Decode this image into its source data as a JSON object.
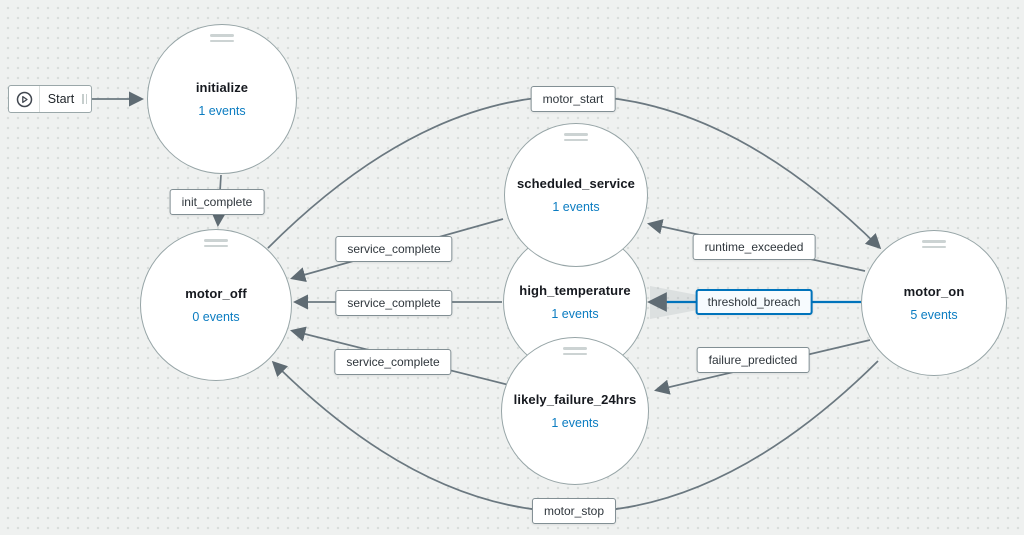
{
  "app": {
    "view": "detector-model-state-machine-canvas",
    "background_color": "#eff1f0",
    "dot_color": "#d8dcda"
  },
  "colors": {
    "edge": "#6b7880",
    "arrowhead": "#5f6b73",
    "selected_accent": "#0073bb",
    "node_border": "#97a5a7",
    "node_fill": "#ffffff",
    "title_text": "#16191f",
    "events_text": "#0b7cc1",
    "label_text": "#2f363c"
  },
  "start_node": {
    "label": "Start",
    "icon": "play-circle-icon"
  },
  "states": [
    {
      "id": "initialize",
      "title": "initialize",
      "events": "1 events"
    },
    {
      "id": "motor_off",
      "title": "motor_off",
      "events": "0 events"
    },
    {
      "id": "high_temperature",
      "title": "high_temperature",
      "events": "1 events"
    },
    {
      "id": "scheduled_service",
      "title": "scheduled_service",
      "events": "1 events"
    },
    {
      "id": "likely_failure_24hrs",
      "title": "likely_failure_24hrs",
      "events": "1 events"
    },
    {
      "id": "motor_on",
      "title": "motor_on",
      "events": "5 events"
    }
  ],
  "transitions": [
    {
      "label": "motor_start",
      "from": "motor_off",
      "to": "motor_on",
      "selected": false
    },
    {
      "label": "init_complete",
      "from": "initialize",
      "to": "motor_off",
      "selected": false
    },
    {
      "label": "service_complete",
      "from": "scheduled_service",
      "to": "motor_off",
      "selected": false
    },
    {
      "label": "service_complete",
      "from": "high_temperature",
      "to": "motor_off",
      "selected": false
    },
    {
      "label": "service_complete",
      "from": "likely_failure_24hrs",
      "to": "motor_off",
      "selected": false
    },
    {
      "label": "runtime_exceeded",
      "from": "motor_on",
      "to": "scheduled_service",
      "selected": false
    },
    {
      "label": "threshold_breach",
      "from": "motor_on",
      "to": "high_temperature",
      "selected": true
    },
    {
      "label": "failure_predicted",
      "from": "motor_on",
      "to": "likely_failure_24hrs",
      "selected": false
    },
    {
      "label": "motor_stop",
      "from": "motor_on",
      "to": "motor_off",
      "selected": false
    }
  ]
}
